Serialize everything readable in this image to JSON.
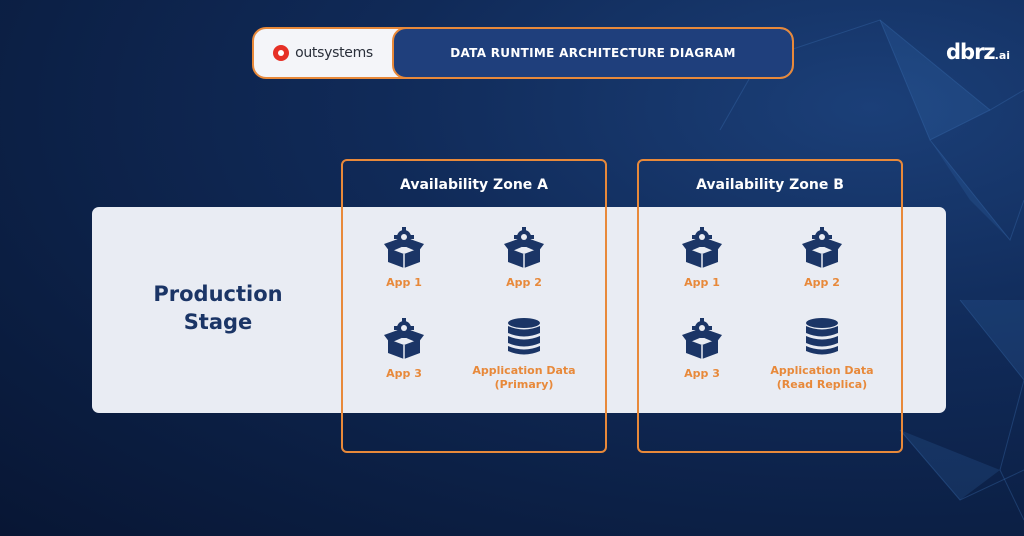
{
  "header": {
    "brand_name": "outsystems",
    "title": "DATA RUNTIME ARCHITECTURE DIAGRAM"
  },
  "logo": {
    "main": "dbrz",
    "suffix": ".ai"
  },
  "stage": {
    "label_line1": "Production",
    "label_line2": "Stage"
  },
  "zones": [
    {
      "title": "Availability Zone A",
      "nodes": [
        {
          "label": "App 1",
          "icon": "app-box-gear-icon"
        },
        {
          "label": "App 2",
          "icon": "app-box-gear-icon"
        },
        {
          "label": "App 3",
          "icon": "app-box-gear-icon"
        },
        {
          "label_line1": "Application Data",
          "label_line2": "(Primary)",
          "icon": "database-icon"
        }
      ]
    },
    {
      "title": "Availability Zone B",
      "nodes": [
        {
          "label": "App 1",
          "icon": "app-box-gear-icon"
        },
        {
          "label": "App 2",
          "icon": "app-box-gear-icon"
        },
        {
          "label": "App 3",
          "icon": "app-box-gear-icon"
        },
        {
          "label_line1": "Application Data",
          "label_line2": "(Read Replica)",
          "icon": "database-icon"
        }
      ]
    }
  ],
  "colors": {
    "background": "#0d2350",
    "accent_orange": "#e8893a",
    "navy": "#1b3566",
    "band": "#e9ecf3"
  }
}
